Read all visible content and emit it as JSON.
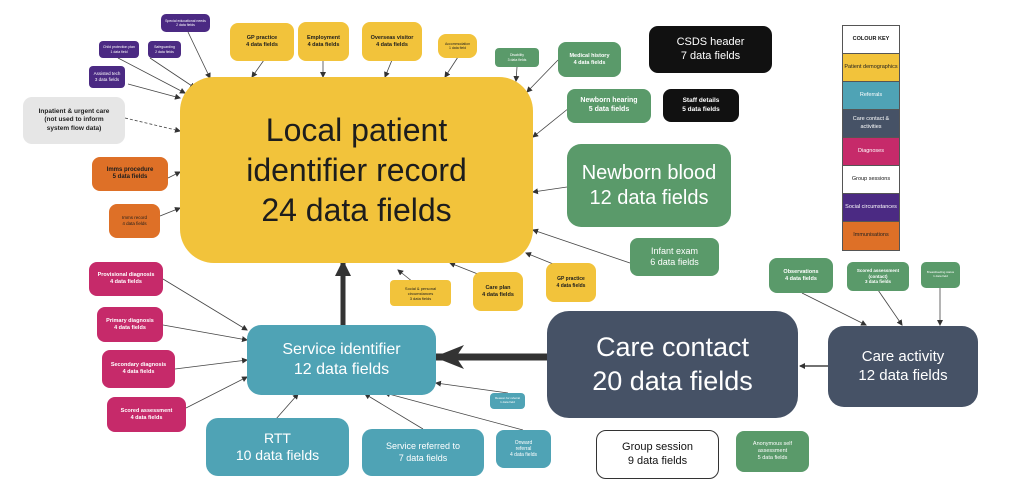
{
  "diagram": {
    "nodes": {
      "local_patient": {
        "title": "Local patient",
        "title2": "identifier record",
        "fields": "24 data fields"
      },
      "service_identifier": {
        "title": "Service identifier",
        "fields": "12 data fields"
      },
      "care_contact": {
        "title": "Care contact",
        "fields": "20 data fields"
      },
      "care_activity": {
        "title": "Care activity",
        "fields": "12 data fields"
      },
      "csds_header": {
        "title": "CSDS header",
        "fields": "7 data fields"
      },
      "staff_details": {
        "title": "Staff details",
        "fields": "5 data fields"
      },
      "newborn_blood": {
        "title": "Newborn blood",
        "fields": "12 data fields"
      },
      "newborn_hearing": {
        "title": "Newborn hearing",
        "fields": "5 data fields"
      },
      "medical_history": {
        "title": "Medical history",
        "fields": "4 data fields"
      },
      "disability": {
        "title": "Disability",
        "fields": "3 data fields"
      },
      "infant_exam": {
        "title": "Infant exam",
        "fields": "6 data fields"
      },
      "gp_practice_top": {
        "title": "GP practice",
        "fields": "4 data fields"
      },
      "employment": {
        "title": "Employment",
        "fields": "4 data fields"
      },
      "overseas_visitor": {
        "title": "Overseas visitor",
        "fields": "4 data fields"
      },
      "accommodation": {
        "title": "Accommodation",
        "fields": "1 data field"
      },
      "special_educational_needs": {
        "title": "Special educational needs",
        "fields": "2 data fields"
      },
      "child_protection_plan": {
        "title": "Child protection plan",
        "fields": "1 data field"
      },
      "safeguarding": {
        "title": "Safeguarding",
        "fields": "2 data fields"
      },
      "assisted_tech": {
        "title": "Assisted tech",
        "fields": "3 data fields"
      },
      "inpatient_urgent_care": {
        "line1": "Inpatient & urgent care",
        "line2": "(not used to inform",
        "line3": "system flow data)"
      },
      "imms_procedure": {
        "title": "Imms procedure",
        "fields": "5 data fields"
      },
      "imms_record": {
        "title": "Imms record",
        "fields": "4 data fields"
      },
      "social_personal": {
        "title": "Social & personal",
        "title2": "circumstances",
        "fields": "3 data fields"
      },
      "care_plan": {
        "title": "Care plan",
        "fields": "4 data fields"
      },
      "gp_practice_bottom": {
        "title": "GP practice",
        "fields": "4 data fields"
      },
      "provisional_diagnosis": {
        "title": "Provisional diagnosis",
        "fields": "4 data fields"
      },
      "primary_diagnosis": {
        "title": "Primary diagnosis",
        "fields": "4 data fields"
      },
      "secondary_diagnosis": {
        "title": "Secondary diagnosis",
        "fields": "4 data fields"
      },
      "scored_assessment": {
        "title": "Scored assessment",
        "fields": "4 data fields"
      },
      "rtt": {
        "title": "RTT",
        "fields": "10 data fields"
      },
      "service_referred_to": {
        "title": "Service referred to",
        "fields": "7 data fields"
      },
      "reason_for_referral": {
        "title": "Reason for referral",
        "fields": "1 data field"
      },
      "onward_referral": {
        "title": "Onward",
        "title2": "referral",
        "fields": "4 data fields"
      },
      "group_session": {
        "title": "Group session",
        "fields": "9 data fields"
      },
      "anonymous_self_assessment": {
        "title": "Anonymous self",
        "title2": "assessment",
        "fields": "5 data fields"
      },
      "observations": {
        "title": "Observations",
        "fields": "4 data fields"
      },
      "scored_assessment_contact": {
        "title": "Scored assessment",
        "title2": "(contact)",
        "fields": "3 data fields"
      },
      "breastfeeding_status": {
        "title": "Breastfeeding status",
        "fields": "1 data field"
      }
    },
    "colour_key": {
      "title": "COLOUR KEY",
      "items": [
        {
          "label": "Patient demographics",
          "color": "#f2c33b"
        },
        {
          "label": "Referrals",
          "color": "#4fa3b5"
        },
        {
          "label": "Care contact & activities",
          "color": "#465266"
        },
        {
          "label": "Diagnoses",
          "color": "#c62a6a"
        },
        {
          "label": "Group sessions",
          "color": "#ffffff"
        },
        {
          "label": "Social circumstances",
          "color": "#4b2a83"
        },
        {
          "label": "Immunisations",
          "color": "#de7027"
        }
      ]
    }
  }
}
